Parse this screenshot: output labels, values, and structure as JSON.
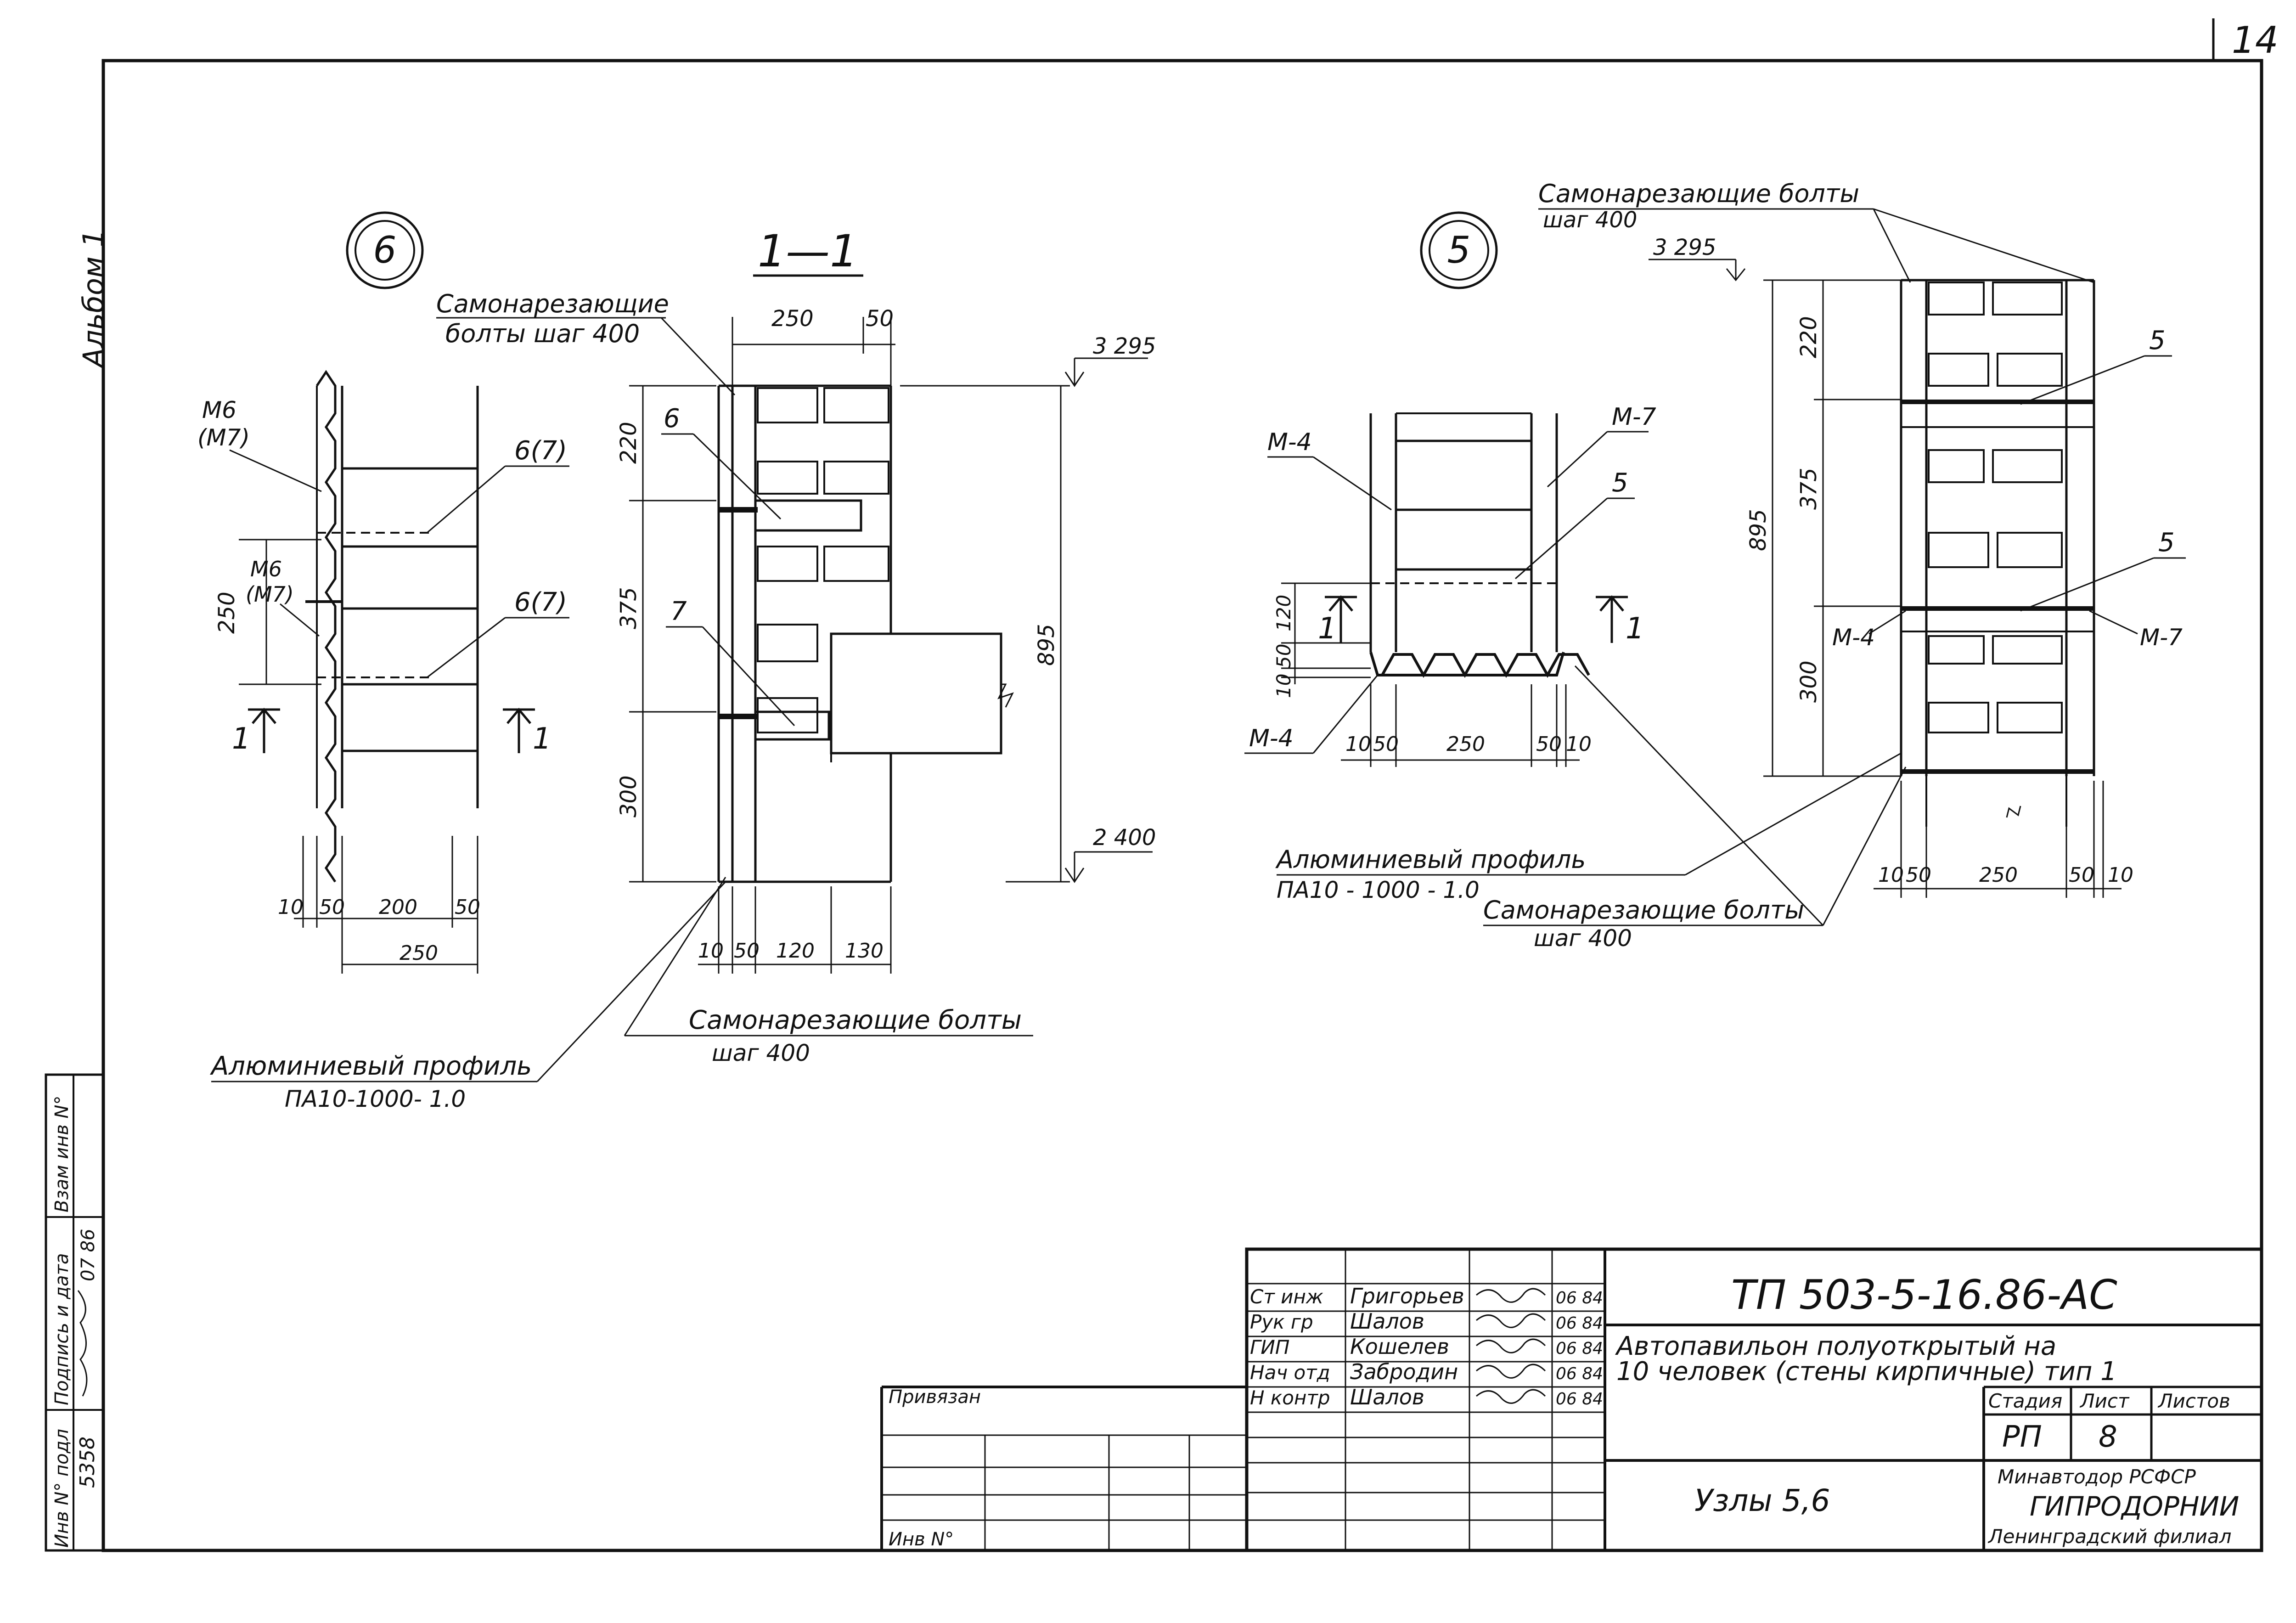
{
  "sheet": {
    "number": "14",
    "album": "Альбом 1"
  },
  "node6": {
    "marker": "6",
    "labels": {
      "m_top": [
        "М6",
        "(М7)"
      ],
      "m_mid": [
        "М6",
        "(М7)"
      ],
      "callout_upper": "6(7)",
      "callout_lower": "6(7)",
      "section_left": "1",
      "section_right": "1"
    },
    "dims": {
      "side_250": "250",
      "b10": "10",
      "b50": "50",
      "b200": "200",
      "b50b": "50",
      "b250": "250"
    }
  },
  "section11": {
    "title": "1—1",
    "bolts_note": [
      "Самонарезающие",
      "болты шаг 400"
    ],
    "callout_6": "6",
    "callout_7": "7",
    "dims": {
      "top250": "250",
      "top50": "50",
      "v220": "220",
      "v375": "375",
      "v300": "300",
      "v895": "895",
      "b10": "10",
      "b50": "50",
      "b120": "120",
      "b130": "130"
    },
    "levels": {
      "top": "3 295",
      "bottom": "2 400"
    }
  },
  "profile_note": [
    "Алюминиевый профиль",
    "ПА10-1000- 1.0"
  ],
  "bolts_note_bottom": [
    "Самонарезающие болты",
    "шаг 400"
  ],
  "node5": {
    "marker": "5",
    "labels": {
      "m4_top": "М-4",
      "m7_top": "М-7",
      "callout_5": "5",
      "m4_bottom": "М-4",
      "sec_left": "1",
      "sec_right": "1"
    },
    "dims": {
      "v120": "120",
      "v50": "50",
      "v10": "10",
      "b10": "10",
      "b50": "50",
      "b250": "250",
      "b50b": "50",
      "b10b": "10"
    },
    "profile_note": [
      "Алюминиевый профиль",
      "ПА10 - 1000 - 1.0"
    ],
    "bolts_note": [
      "Самонарезающие болты",
      "шаг 400"
    ]
  },
  "elevation5": {
    "bolts_note": [
      "Самонарезающие болты",
      "шаг 400"
    ],
    "level_top": "3 295",
    "dims": {
      "v220": "220",
      "v375": "375",
      "v300": "300",
      "v895": "895",
      "b10": "10",
      "b50": "50",
      "b250": "250",
      "b50b": "50",
      "b10b": "10"
    },
    "labels": {
      "c5_upper": "5",
      "c5_lower": "5",
      "m4": "М-4",
      "m7": "М-7"
    }
  },
  "side_stamp": {
    "headers": [
      "Инв N° подл",
      "Подпись и дата",
      "Взам инв N°"
    ],
    "values": [
      "5358",
      "07 86",
      ""
    ]
  },
  "title_block": {
    "doc_code": "ТП 503-5-16.86-АС",
    "object": [
      "Автопавильон полуоткрытый на",
      "10 человек (стены кирпичные) тип 1"
    ],
    "sheet_title": "Узлы 5,6",
    "headers": {
      "stage": "Стадия",
      "sheet": "Лист",
      "sheets": "Листов"
    },
    "values": {
      "stage": "РП",
      "sheet": "8",
      "sheets": ""
    },
    "org": [
      "Минавтодор РСФСР",
      "ГИПРОДОРНИИ",
      "Ленинградский филиал"
    ],
    "privyazan": "Привязан",
    "inv": "Инв N°",
    "staff": [
      {
        "role": "Ст инж",
        "name": "Григорьев",
        "date": "06 84"
      },
      {
        "role": "Рук гр",
        "name": "Шалов",
        "date": "06 84"
      },
      {
        "role": "ГИП",
        "name": "Кошелев",
        "date": "06 84"
      },
      {
        "role": "Нач отд",
        "name": "Забродин",
        "date": "06 84"
      },
      {
        "role": "Н контр",
        "name": "Шалов",
        "date": "06 84"
      }
    ]
  }
}
